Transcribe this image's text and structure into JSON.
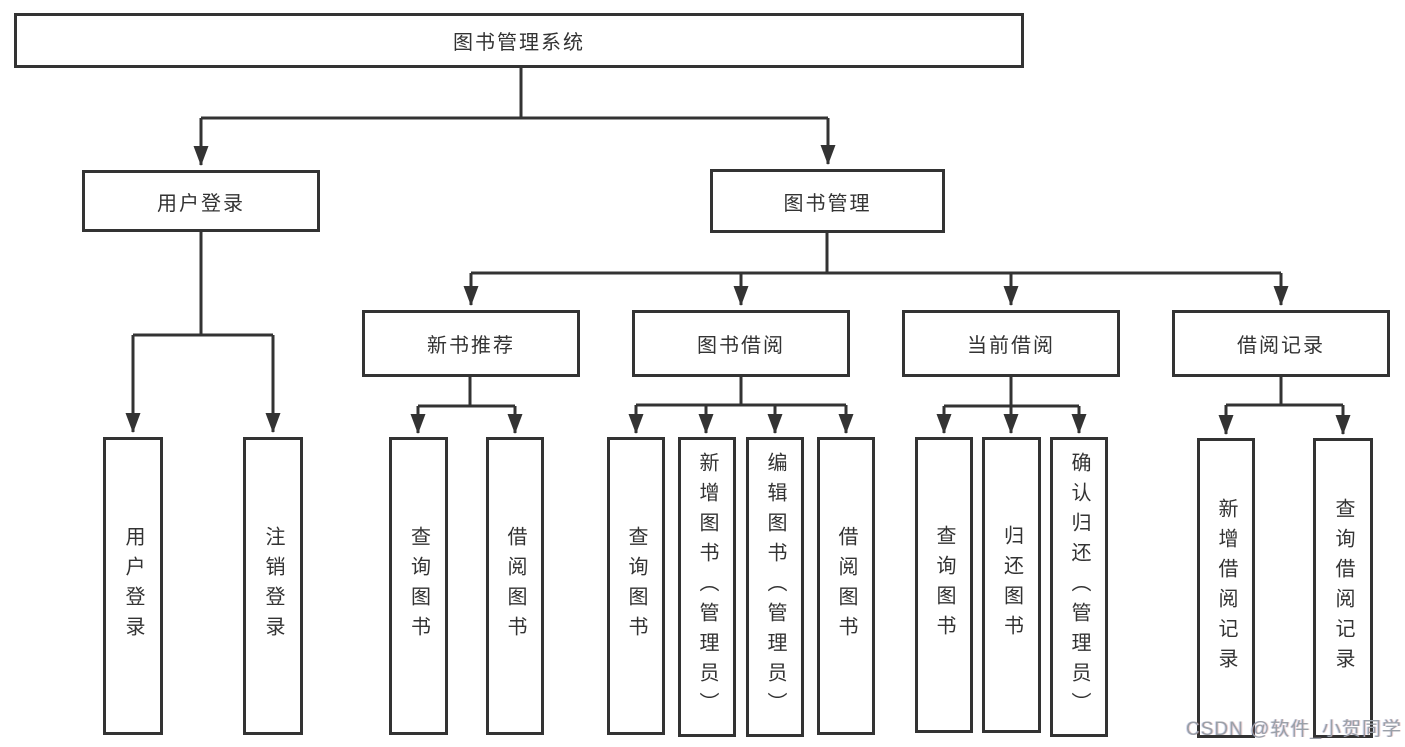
{
  "tree": {
    "root": "图书管理系统",
    "level2": [
      "用户登录",
      "图书管理"
    ],
    "level3": [
      "新书推荐",
      "图书借阅",
      "当前借阅",
      "借阅记录"
    ],
    "leaves": {
      "user_login": [
        "用户登录",
        "注销登录"
      ],
      "new_books": [
        "查询图书",
        "借阅图书"
      ],
      "book_borrow": [
        "查询图书",
        "新增图书（管理员）",
        "编辑图书（管理员）",
        "借阅图书"
      ],
      "current_borrow": [
        "查询图书",
        "归还图书",
        "确认归还（管理员）"
      ],
      "borrow_records": [
        "新增借阅记录",
        "查询借阅记录"
      ]
    }
  },
  "watermark": "CSDN @软件_小贺同学",
  "colors": {
    "line": "#333333",
    "box_border": "#333333",
    "box_fill": "#ffffff",
    "text": "#333333",
    "watermark": "#9aa0a8",
    "background": "#ffffff"
  }
}
